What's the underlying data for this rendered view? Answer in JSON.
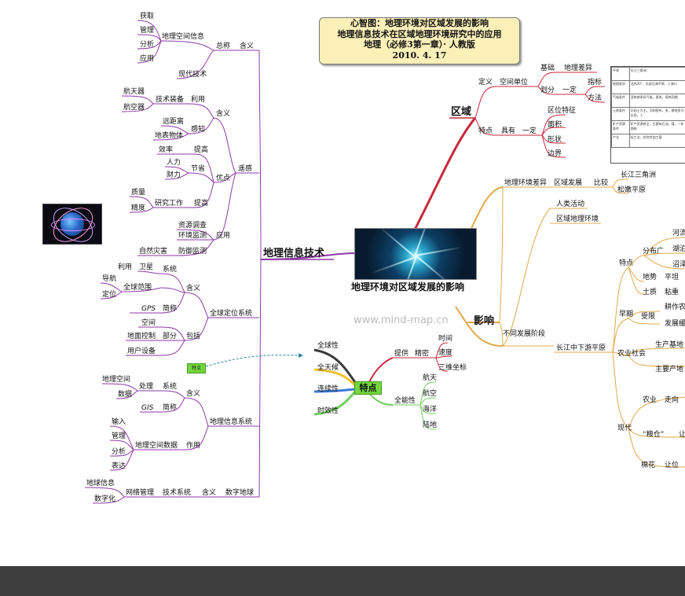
{
  "title_box": {
    "line1": "心智图：地理环境对区域发展的影响",
    "line2": "地理信息技术在区域地理环境研究中的应用",
    "line3": "地理（必修3第一章）· 人教版",
    "line4": "2010. 4. 17"
  },
  "center": {
    "label": "地理环境对区域发展的影响"
  },
  "watermark": "www.mind-map.cn",
  "main_branches": {
    "gis_tech": "地理信息技术",
    "region": "区域",
    "impact": "影响",
    "features": "特点"
  },
  "tedian_note": "特点",
  "colors": {
    "left_branch": "#8e3aa6",
    "region_branch": "#c8283c",
    "impact_branch": "#e0a84a",
    "features_branch": "#6fcf5f",
    "bottom_bar": "#3e3e3e"
  },
  "table": {
    "header": [
      "平原",
      "长江三角洲"
    ],
    "rows": [
      [
        "地理差异",
        "北纬30°，东部沿海平原，人海口"
      ],
      [
        "气候条件",
        "亚热带季风气候，夏热，雨热同期"
      ],
      [
        "土地条件",
        "水网土为主，河网密布，多，耕地多为水田，人"
      ],
      [
        "矿产资源条件",
        "矿产资源贫乏，主要有石油、煤、一年两熟"
      ],
      [
        "产业",
        "轻工业，综合性加工基"
      ]
    ]
  },
  "nodes": {
    "zongcheng": "总称",
    "hanyi": "含义",
    "dili_kongjian_xinxi": "地理空间信息",
    "huoqu": "获取",
    "guanli": "管理",
    "fenxi": "分析",
    "yingyong": "应用",
    "xiandai_jishu": "现代技术",
    "yaogan": "遥感",
    "jishu_zhuangbei": "技术装备",
    "liyong": "利用",
    "hangtianqi": "航天器",
    "hangkongqi": "航空器",
    "yaogan_hanyi": "含义",
    "ganzhi": "感知",
    "yuanjuli": "远距离",
    "dibiao_wuti": "地表物体",
    "youdian": "优点",
    "xiaolv": "效率",
    "tigao": "提高",
    "renli": "人力",
    "jiesheng": "节省",
    "caili": "财力",
    "zhiliang": "质量",
    "jingdu": "精度",
    "yanjiu_gongzuo": "研究工作",
    "tigao2": "提高",
    "yaogan_yingyong": "应用",
    "ziyuan_diaocha": "资源调查",
    "huanjing_jiance": "环境监测",
    "fangyu_jiance": "防御监测",
    "ziran_zaihai": "自然灾害",
    "gps_system": "全球定位系统",
    "gps_hanyi": "含义",
    "liyong2": "利用",
    "weixing": "卫星",
    "xitong": "系统",
    "daohang": "导航",
    "quanqiu_fanwei": "全球范围",
    "dingwei": "定位",
    "jiancheng": "简称",
    "gps": "GPS",
    "baokuo": "包括",
    "kongjian": "空间",
    "bufen": "部分",
    "dimian_kongzhi": "地面控制",
    "yonghu_shebei": "用户设备",
    "gis_system": "地理信息系统",
    "gis_hanyi": "含义",
    "dili_kongjian": "地理空间",
    "chuli": "处理",
    "xitong2": "系统",
    "shuju": "数据",
    "jiancheng2": "简称",
    "gis": "GIS",
    "zuoyong": "作用",
    "dili_kongjian_shuju": "地理空间数据",
    "shuru": "输入",
    "guanli2": "管理",
    "fenxi2": "分析",
    "biaoda": "表达",
    "shuzi_diqiu": "数字地球",
    "hanyi3": "含义",
    "jishu_xitong": "技术系统",
    "wangluo_guanli": "网络管理",
    "diqiu_xinxi": "地球信息",
    "shuzihua": "数字化",
    "quanqiuxing": "全球性",
    "quantianhou": "全天候",
    "lianxuxing": "连续性",
    "shixiaoxing": "时效性",
    "tigong": "提供",
    "jingmi": "精密",
    "shijian": "时间",
    "sudu": "速度",
    "sanwei_zuobiao": "三维坐标",
    "quannengxing": "全能性",
    "hangtian": "航天",
    "hangkong": "航空",
    "haiyang": "海洋",
    "ludi": "陆地",
    "dingyi": "定义",
    "kongjian_danwei": "空间单位",
    "jichu": "基础",
    "dili_chayi": "地理差异",
    "huafen": "划分",
    "yiding": "一定",
    "zhibiao": "指标",
    "fangfa": "方法",
    "tedian_r": "特点",
    "juyou": "具有",
    "yiding2": "一定",
    "quwei_tezheng": "区位特征",
    "mianji": "面积",
    "xingzhuang": "形状",
    "bianjie": "边界",
    "dili_huanjing_chayi": "地理环境差异",
    "quyu_fazhan": "区域发展",
    "bijiao": "比较",
    "changjiang_sanjiaozhou": "长江三角洲",
    "songnen_pingyuan": "松嫩平原",
    "renlei_huodong": "人类活动",
    "quyu_dili_huanjing": "区域地理环境",
    "butong_fazhan_jieduan": "不同发展阶段",
    "changjiang_zhongxiayou": "长江中下游平原",
    "tedian_i": "特点",
    "fenbu_guang": "分布广",
    "heliu": "河流",
    "hubo": "湖泊",
    "zhaoze": "沼泽",
    "dishi": "地势",
    "pingtan": "平坦",
    "turang": "土质",
    "nianzhong": "粘重",
    "zaoqi": "早期",
    "shouxian": "受限",
    "gengzuo_nong": "耕作农",
    "fazhan_huan": "发展缓",
    "nongye_shehui": "农业社会",
    "shengchandi": "生产基地",
    "zhuyao_chandi": "主要产地",
    "xiandai": "现代",
    "nongye": "农业",
    "zouxiang": "走向",
    "liangcang": "“粮仓”",
    "rang": "让",
    "mianhua": "棉花",
    "rangwei": "让位"
  }
}
